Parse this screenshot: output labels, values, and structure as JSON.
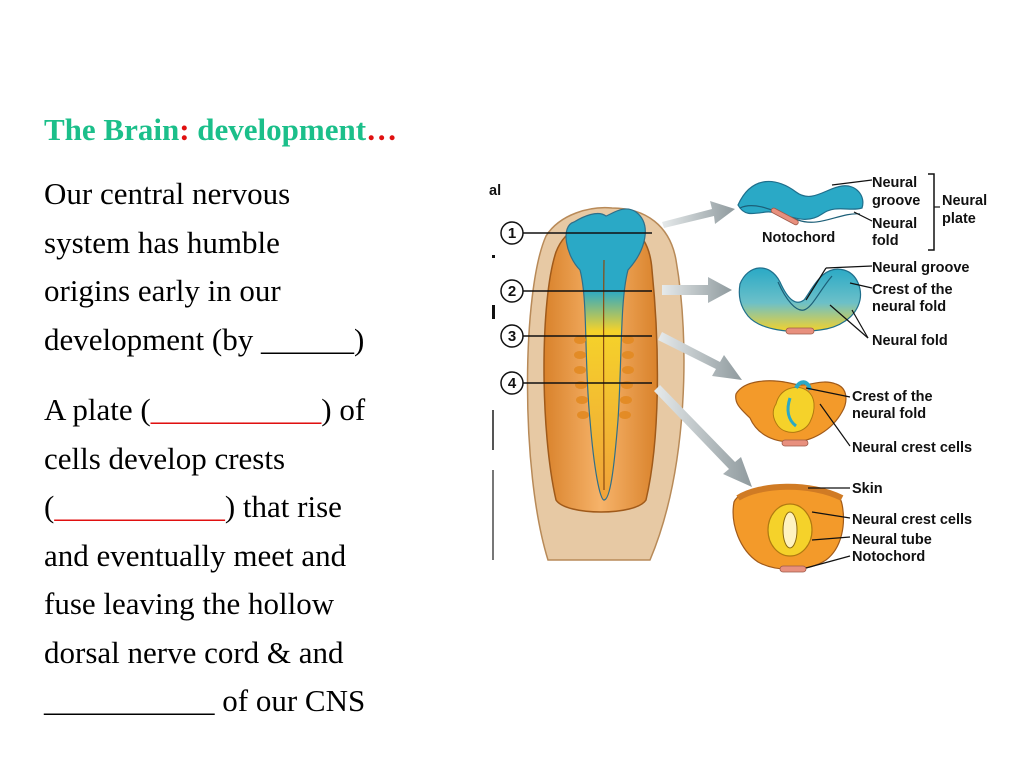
{
  "slide": {
    "title": {
      "part1": "The Brain",
      "colon": ":",
      "part2": " development",
      "ellipsis": "…"
    },
    "para1": {
      "lines": [
        "Our central nervous",
        "system has humble",
        "origins early in our",
        "development (by ______)"
      ]
    },
    "para2": {
      "l1_pre": "A plate (",
      "l1_blank": "___________",
      "l1_post": ") of",
      "l2": "cells develop crests",
      "l3_pre": "(",
      "l3_blank": "___________",
      "l3_post": ") that rise",
      "l4": "and eventually meet and",
      "l5": "fuse leaving the hollow",
      "l6": "dorsal nerve cord & and",
      "l7": "___________ of our CNS"
    }
  },
  "diagram": {
    "numbers": [
      "1",
      "2",
      "3",
      "4"
    ],
    "edge_text": "al",
    "labels": {
      "neural_groove_1": "Neural",
      "neural_groove_2": "groove",
      "neural_fold_1": "Neural",
      "neural_fold_2": "fold",
      "neural_plate_1": "Neural",
      "neural_plate_2": "plate",
      "notochord_1": "Notochord",
      "neural_groove_s2": "Neural groove",
      "crest_s2_1": "Crest of the",
      "crest_s2_2": "neural fold",
      "neural_fold_s2": "Neural fold",
      "crest_s3_1": "Crest of the",
      "crest_s3_2": "neural fold",
      "neural_crest_cells_s3": "Neural crest cells",
      "skin": "Skin",
      "neural_crest_cells_s4": "Neural crest cells",
      "neural_tube": "Neural tube",
      "notochord_4": "Notochord"
    },
    "colors": {
      "neural_plate_blue": "#2aa9c6",
      "mesoderm_orange": "#f39a2a",
      "yellow": "#f5d22a",
      "arrow_gray": "#9aa4a8",
      "notochord_pink": "#e8907e",
      "title_green": "#1bbf8a",
      "accent_red": "#e01010"
    }
  }
}
